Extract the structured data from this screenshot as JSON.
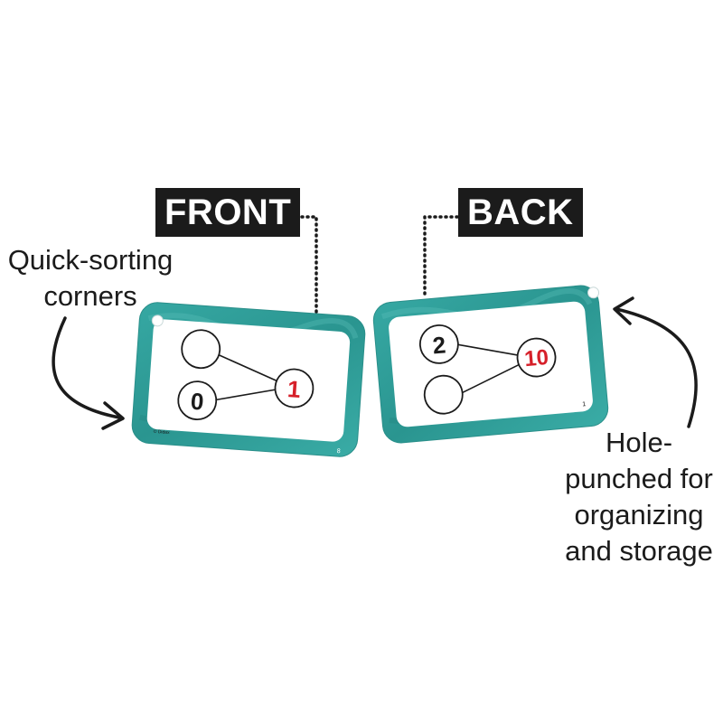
{
  "labels": {
    "front": "FRONT",
    "back": "BACK"
  },
  "callouts": {
    "corners": "Quick-sorting\ncorners",
    "hole": "Hole-\npunched for\norganizing\nand storage"
  },
  "front_card": {
    "circles": [
      "",
      "0",
      "1"
    ],
    "page_number": "8",
    "corner_text": "© Didax"
  },
  "back_card": {
    "circles": [
      "2",
      "",
      "10"
    ],
    "page_number": "1"
  },
  "colors": {
    "card_border": "#2e9c98",
    "card_border_dark": "#1f7a77",
    "label_bg": "#1b1b1b",
    "number_black": "#1b1b1b",
    "number_red": "#d6202a"
  }
}
